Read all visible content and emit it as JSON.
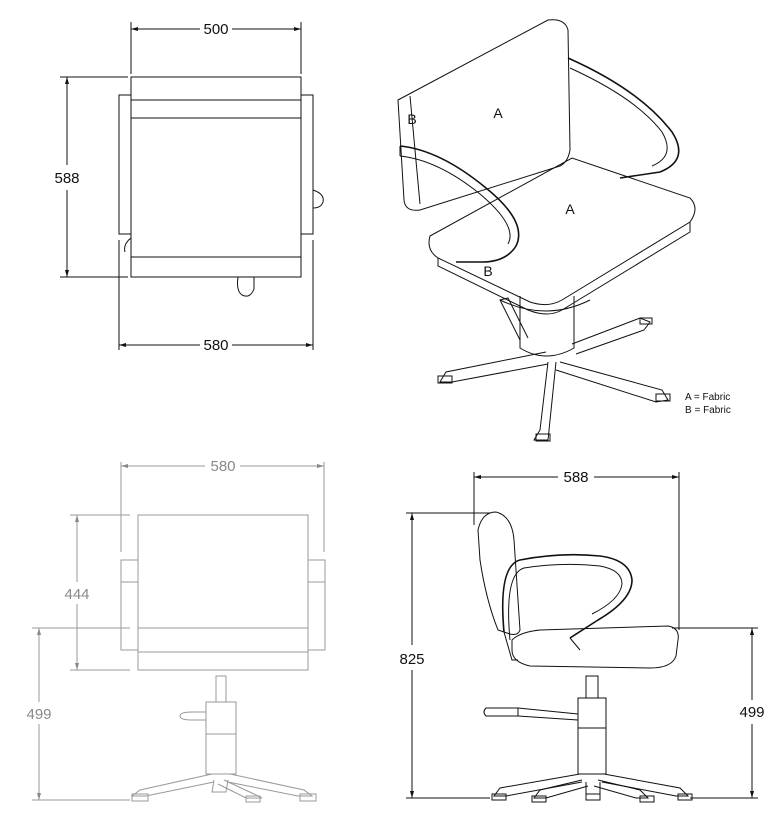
{
  "top_view": {
    "width_top": "500",
    "depth": "588",
    "width_bottom": "580"
  },
  "iso_view": {
    "label_a_back": "A",
    "label_a_seat": "A",
    "label_b_arm": "B",
    "label_b_side": "B"
  },
  "legend": {
    "line_a": "A = Fabric",
    "line_b": "B = Fabric"
  },
  "front_view": {
    "width": "580",
    "back_height": "444",
    "seat_height": "499"
  },
  "side_view": {
    "depth": "588",
    "total_height": "825",
    "seat_height": "499"
  }
}
